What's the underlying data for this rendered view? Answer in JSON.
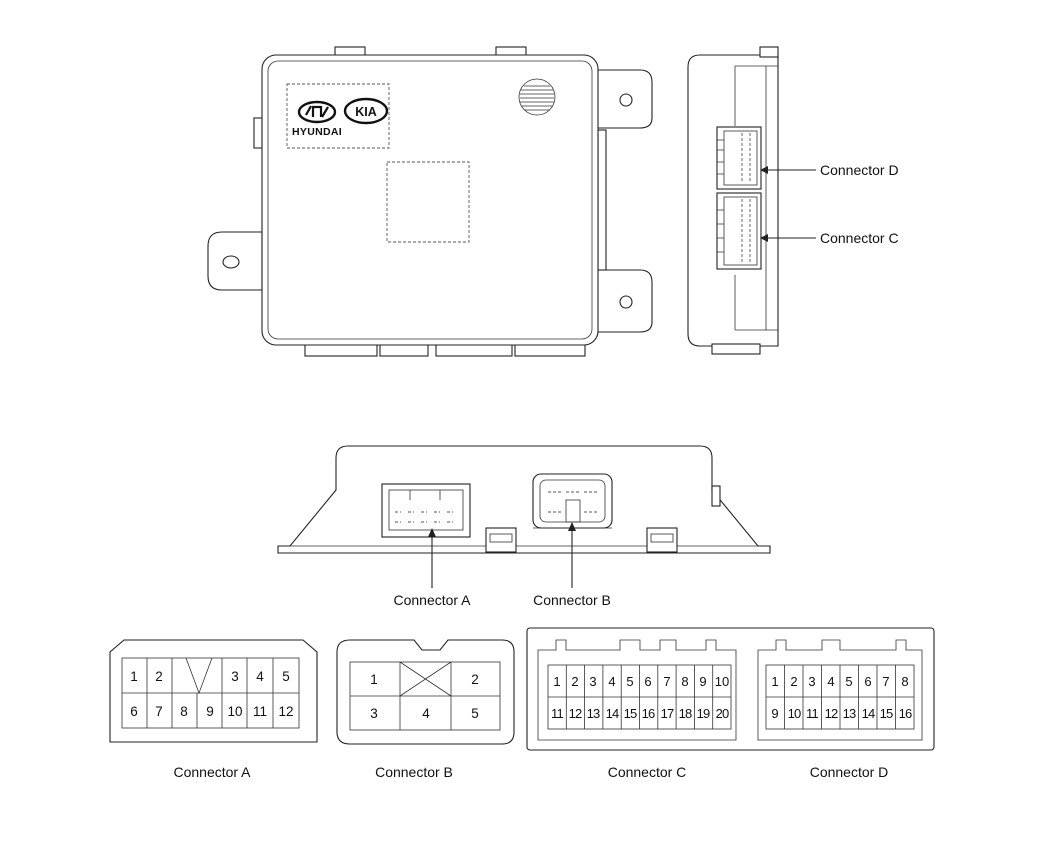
{
  "logos": {
    "hyundai": "HYUNDAI",
    "kia": "KIA"
  },
  "callouts": {
    "connector_d": "Connector D",
    "connector_c": "Connector C",
    "connector_a": "Connector A",
    "connector_b": "Connector B"
  },
  "captions": {
    "connector_a": "Connector A",
    "connector_b": "Connector B",
    "connector_c": "Connector C",
    "connector_d": "Connector D"
  },
  "connector_a": {
    "top_row": [
      "1",
      "2",
      "3",
      "4",
      "5"
    ],
    "bottom_row": [
      "6",
      "7",
      "8",
      "9",
      "10",
      "11",
      "12"
    ]
  },
  "connector_b": {
    "pins": [
      "1",
      "2",
      "3",
      "4",
      "5"
    ]
  },
  "connector_c": {
    "top_row": [
      "1",
      "2",
      "3",
      "4",
      "5",
      "6",
      "7",
      "8",
      "9",
      "10"
    ],
    "bottom_row": [
      "11",
      "12",
      "13",
      "14",
      "15",
      "16",
      "17",
      "18",
      "19",
      "20"
    ]
  },
  "connector_d": {
    "top_row": [
      "1",
      "2",
      "3",
      "4",
      "5",
      "6",
      "7",
      "8"
    ],
    "bottom_row": [
      "9",
      "10",
      "11",
      "12",
      "13",
      "14",
      "15",
      "16"
    ]
  }
}
